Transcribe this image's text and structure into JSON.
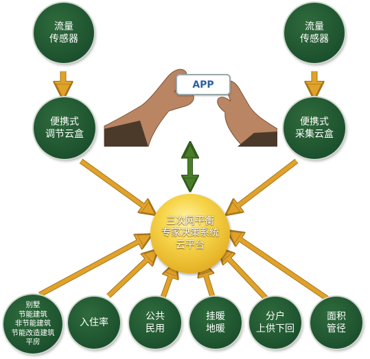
{
  "top_left": {
    "line1": "流量",
    "line2": "传感器"
  },
  "top_right": {
    "line1": "流量",
    "line2": "传感器"
  },
  "box_left": {
    "line1": "便携式",
    "line2": "调节云盒"
  },
  "box_right": {
    "line1": "便携式",
    "line2": "采集云盒"
  },
  "app": {
    "label": "APP"
  },
  "center": {
    "line1": "三次网平衡",
    "line2": "专家决策系统",
    "line3": "云平台"
  },
  "bottom": {
    "building": {
      "line1": "别墅",
      "line2": "节能建筑",
      "line3": "非节能建筑",
      "line4": "节能改造建筑",
      "line5": "平房"
    },
    "occupancy": {
      "line1": "入住率"
    },
    "public_civil": {
      "line1": "公共",
      "line2": "民用"
    },
    "heating_type": {
      "line1": "挂暖",
      "line2": "地暖"
    },
    "supply": {
      "line1": "分户",
      "line2": "上供下回"
    },
    "area_pipe": {
      "line1": "面积",
      "line2": "管径"
    }
  },
  "colors": {
    "node_green": "#1f5530",
    "arrow": "#e0a22a",
    "arrow_outline": "#a7741a",
    "center_gold": "#f2c739",
    "double_arrow": "#4a7d2a"
  }
}
